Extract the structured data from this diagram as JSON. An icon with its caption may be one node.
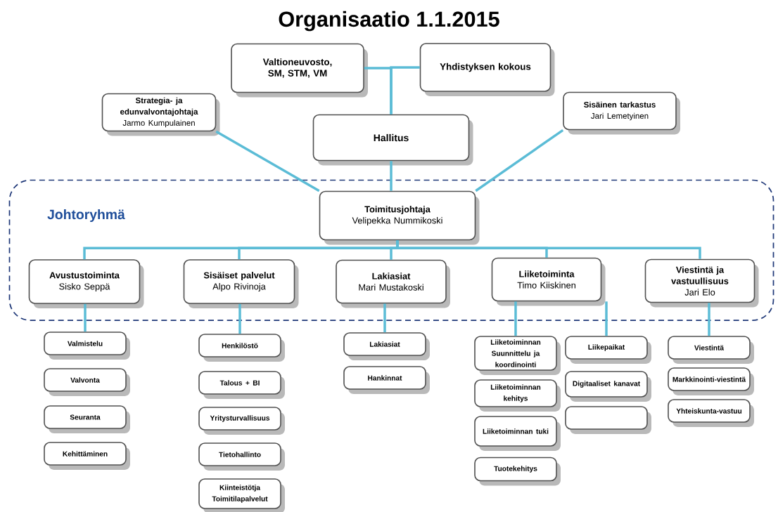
{
  "diagram": {
    "title": "Organisaatio 1.1.2015",
    "nodes": [
      {
        "text": [
          "Valtioneuvosto, SM, STM, VM"
        ]
      },
      {
        "text": [
          "Yhdistyksen kokous"
        ]
      },
      {
        "text": [
          "Strategia- ja edunvalvontajohtaja",
          "Jarmo Kumpulainen"
        ]
      },
      {
        "text": [
          "Hallitus"
        ]
      },
      {
        "text": [
          "Sisäinen tarkastus",
          "Jari Lemetyinen"
        ]
      },
      {
        "text": [
          "Johtoryhmä"
        ]
      },
      {
        "text": [
          "Toimitusjohtaja",
          "Velipekka Nummikoski"
        ],
        "in": 5
      },
      {
        "text": [
          "Avustustoiminta",
          "Sisko Seppä"
        ],
        "in": 5
      },
      {
        "text": [
          "Sisäiset palvelut",
          "Alpo Rivinoja"
        ],
        "in": 5
      },
      {
        "text": [
          "Lakiasiat",
          "Mari Mustakoski"
        ],
        "in": 5
      },
      {
        "text": [
          "Liiketoiminta",
          "Timo Kiiskinen"
        ],
        "in": 5
      },
      {
        "text": [
          "Viestintä ja vastuullisuus",
          "Jari Elo"
        ],
        "in": 5
      },
      {
        "text": [
          "Valmistelu"
        ]
      },
      {
        "text": [
          "Valvonta"
        ]
      },
      {
        "text": [
          "Seuranta"
        ]
      },
      {
        "text": [
          "Kehittäminen"
        ]
      },
      {
        "text": [
          "Henkilöstö"
        ]
      },
      {
        "text": [
          "Talous + BI"
        ]
      },
      {
        "text": [
          "Yritysturvallisuus"
        ]
      },
      {
        "text": [
          "Tietohallinto"
        ]
      },
      {
        "text": [
          "Kiinteistötja Toimitilapalvelut"
        ]
      },
      {
        "text": [
          "Lakiasiat"
        ]
      },
      {
        "text": [
          "Hankinnat"
        ]
      },
      {
        "text": [
          "Liiketoiminnan Suunnittelu ja koordinointi"
        ]
      },
      {
        "text": [
          "Liiketoiminnan kehitys"
        ]
      },
      {
        "text": [
          "Liiketoiminnan tuki"
        ]
      },
      {
        "text": [
          "Tuotekehitys"
        ]
      },
      {
        "text": [
          "Liikepaikat"
        ]
      },
      {
        "text": [
          "Digitaaliset kanavat"
        ]
      },
      {
        "text": [],
        "shape": "box"
      },
      {
        "text": [
          "Viestintä"
        ]
      },
      {
        "text": [
          "Markkinointi-viestintä"
        ]
      },
      {
        "text": [
          "Yhteiskunta-vastuu"
        ]
      }
    ],
    "edges": [
      {
        "from": 0,
        "to": 3,
        "arrow": "none"
      },
      {
        "from": 1,
        "to": 3,
        "arrow": "none"
      },
      {
        "from": 2,
        "to": 6,
        "arrow": "none"
      },
      {
        "from": 3,
        "to": 6,
        "arrow": "none"
      },
      {
        "from": 4,
        "to": 6,
        "arrow": "none"
      },
      {
        "from": 6,
        "to": 7,
        "arrow": "none"
      },
      {
        "from": 6,
        "to": 8,
        "arrow": "none"
      },
      {
        "from": 6,
        "to": 9,
        "arrow": "none"
      },
      {
        "from": 6,
        "to": 10,
        "arrow": "none"
      },
      {
        "from": 6,
        "to": 11,
        "arrow": "none"
      },
      {
        "from": 7,
        "to": 12,
        "arrow": "none"
      },
      {
        "from": 8,
        "to": 16,
        "arrow": "none"
      },
      {
        "from": 9,
        "to": 21,
        "arrow": "none"
      },
      {
        "from": 10,
        "to": 23,
        "arrow": "none"
      },
      {
        "from": 10,
        "to": 27,
        "arrow": "none"
      },
      {
        "from": 11,
        "to": 30,
        "arrow": "none"
      }
    ]
  }
}
